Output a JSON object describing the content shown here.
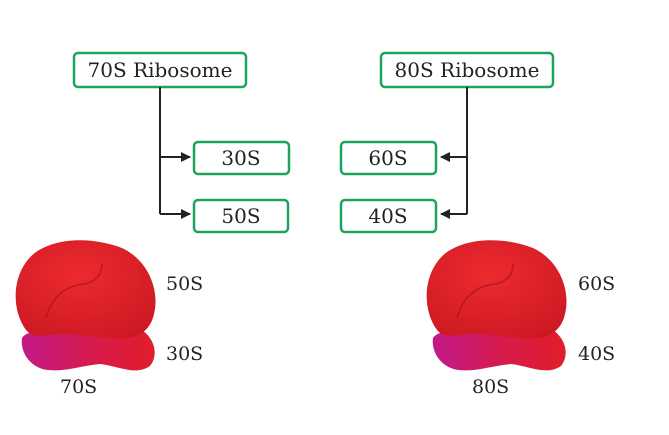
{
  "colors": {
    "box_border": "#1ea35a",
    "arrow": "#222222",
    "large_subunit": "#e01e2a",
    "large_subunit_shade": "#a81520",
    "small_subunit": "#c21a8a"
  },
  "left": {
    "parent": "70S Ribosome",
    "children": [
      "30S",
      "50S"
    ],
    "large_label": "50S",
    "small_label": "30S",
    "whole_label": "70S"
  },
  "right": {
    "parent": "80S Ribosome",
    "children": [
      "60S",
      "40S"
    ],
    "large_label": "60S",
    "small_label": "40S",
    "whole_label": "80S"
  }
}
